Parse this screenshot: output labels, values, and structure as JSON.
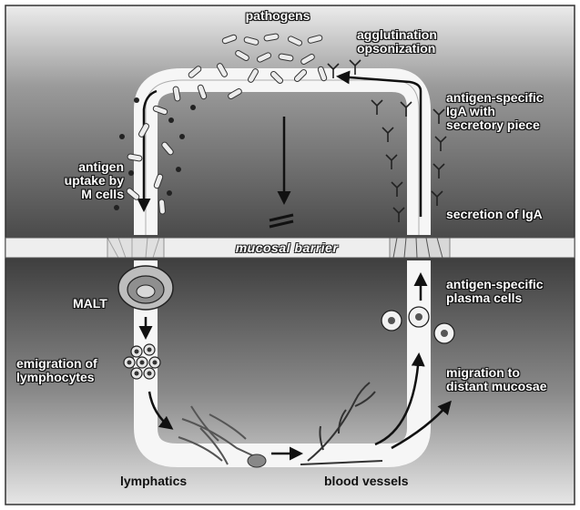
{
  "labels": {
    "pathogens": "pathogens",
    "agglutination": "agglutination\nopsonization",
    "antigen_specific_iga": "antigen-specific\nIgA with\nsecretory piece",
    "antigen_uptake": "antigen\nuptake by\nM cells",
    "secretion_of_iga": "secretion of IgA",
    "mucosal_barrier": "mucosal barrier",
    "malt": "MALT",
    "antigen_specific_plasma": "antigen-specific\nplasma cells",
    "emigration": "emigration of\nlymphocytes",
    "migration": "migration to\ndistant mucosae",
    "lymphatics": "lymphatics",
    "blood_vessels": "blood vessels"
  },
  "colors": {
    "top_background": "#5a5a5a",
    "bottom_background": "#808080",
    "loop": "#f4f4f4",
    "arrow": "#111111"
  },
  "icons": [
    "pathogen-rod",
    "iga-antibody",
    "m-cell",
    "lymphocyte",
    "plasma-cell",
    "lymph-node",
    "blood-vessel-branch",
    "blocked-arrow"
  ]
}
